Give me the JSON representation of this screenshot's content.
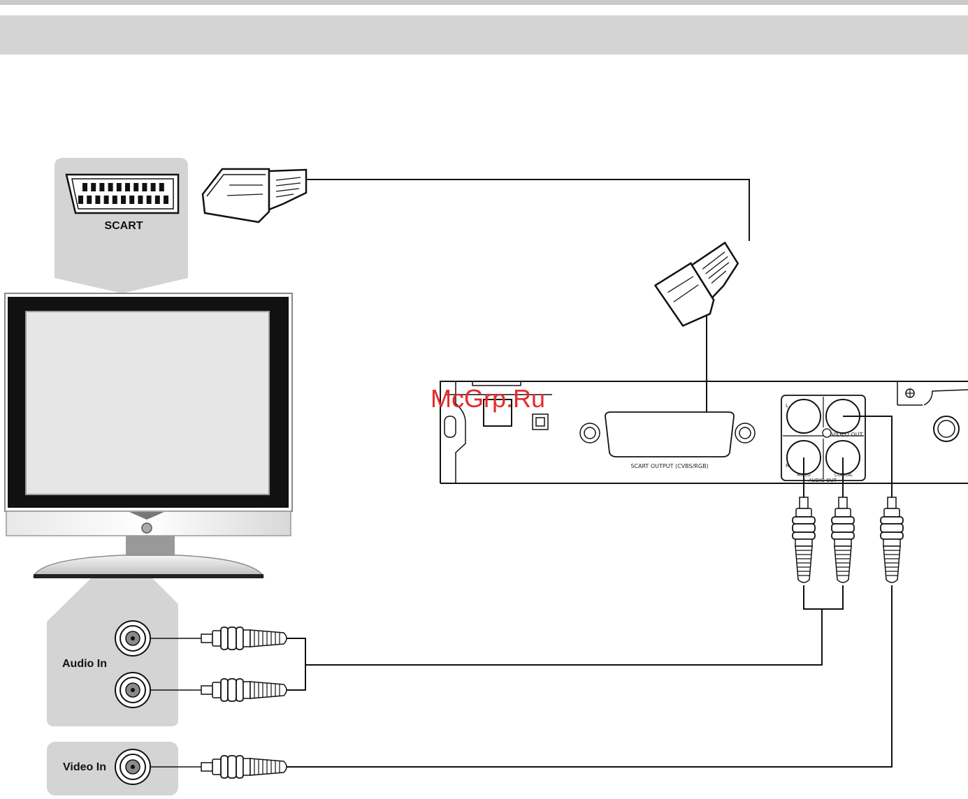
{
  "watermark": "McGrp.Ru",
  "tv": {
    "scart_label": "SCART",
    "audio_in_label": "Audio In",
    "video_in_label": "Video In"
  },
  "player": {
    "scart_output_label": "SCART OUTPUT (CVBS/RGB)",
    "video_out_label": "VIDEO OUT",
    "audio_out_label": "AUDIO OUT",
    "mixed_label": "MIXED",
    "coaxial_label": "COAXIAL",
    "left_channel_label": "L",
    "right_channel_label": "R"
  },
  "colors": {
    "panel_gray": "#d4d4d4",
    "watermark_red": "#e52b2b",
    "cable_black": "#111111"
  }
}
